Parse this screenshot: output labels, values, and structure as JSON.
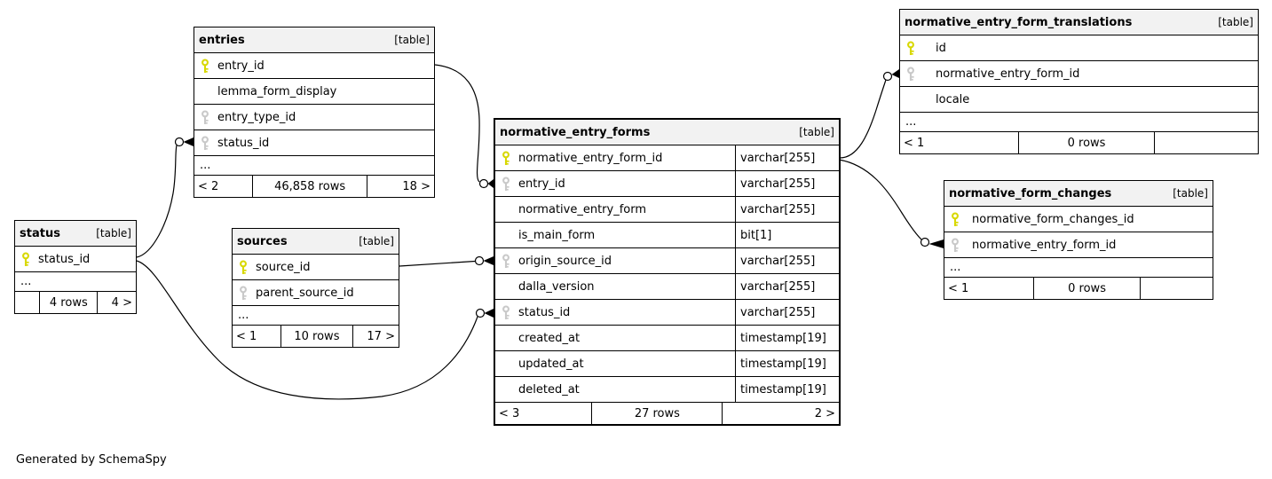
{
  "generator_note": "Generated by SchemaSpy",
  "colors": {
    "pk_key": "#d8d800",
    "fk_key": "#c9c9c9",
    "header_bg": "#f2f2f2",
    "border": "#000000",
    "canvas_bg": "#ffffff"
  },
  "tables": [
    {
      "id": "entries",
      "name": "entries",
      "tag": "[table]",
      "has_types": false,
      "columns": [
        {
          "name": "entry_id",
          "key": "pk"
        },
        {
          "name": "lemma_form_display",
          "key": ""
        },
        {
          "name": "entry_type_id",
          "key": "fk"
        },
        {
          "name": "status_id",
          "key": "fk"
        },
        {
          "name": "...",
          "more": true
        }
      ],
      "footer": {
        "left": "< 2",
        "center": "46,858 rows",
        "right": "18 >"
      }
    },
    {
      "id": "status",
      "name": "status",
      "tag": "[table]",
      "has_types": false,
      "columns": [
        {
          "name": "status_id",
          "key": "pk"
        },
        {
          "name": "...",
          "more": true
        }
      ],
      "footer": {
        "left": "",
        "center": "4 rows",
        "right": "4 >"
      }
    },
    {
      "id": "sources",
      "name": "sources",
      "tag": "[table]",
      "has_types": false,
      "columns": [
        {
          "name": "source_id",
          "key": "pk"
        },
        {
          "name": "parent_source_id",
          "key": "fk"
        },
        {
          "name": "...",
          "more": true
        }
      ],
      "footer": {
        "left": "< 1",
        "center": "10 rows",
        "right": "17 >"
      }
    },
    {
      "id": "normative_entry_forms",
      "name": "normative_entry_forms",
      "tag": "[table]",
      "has_types": true,
      "columns": [
        {
          "name": "normative_entry_form_id",
          "key": "pk",
          "type": "varchar[255]"
        },
        {
          "name": "entry_id",
          "key": "fk",
          "type": "varchar[255]"
        },
        {
          "name": "normative_entry_form",
          "key": "",
          "type": "varchar[255]"
        },
        {
          "name": "is_main_form",
          "key": "",
          "type": "bit[1]"
        },
        {
          "name": "origin_source_id",
          "key": "fk",
          "type": "varchar[255]"
        },
        {
          "name": "dalla_version",
          "key": "",
          "type": "varchar[255]"
        },
        {
          "name": "status_id",
          "key": "fk",
          "type": "varchar[255]"
        },
        {
          "name": "created_at",
          "key": "",
          "type": "timestamp[19]"
        },
        {
          "name": "updated_at",
          "key": "",
          "type": "timestamp[19]"
        },
        {
          "name": "deleted_at",
          "key": "",
          "type": "timestamp[19]"
        }
      ],
      "footer": {
        "left": "< 3",
        "center": "27 rows",
        "right": "2 >"
      }
    },
    {
      "id": "normative_entry_form_translations",
      "name": "normative_entry_form_translations",
      "tag": "[table]",
      "has_types": false,
      "columns": [
        {
          "name": "id",
          "key": "pk"
        },
        {
          "name": "normative_entry_form_id",
          "key": "fk"
        },
        {
          "name": "locale",
          "key": ""
        },
        {
          "name": "...",
          "more": true
        }
      ],
      "footer": {
        "left": "< 1",
        "center": "0 rows",
        "right": ""
      }
    },
    {
      "id": "normative_form_changes",
      "name": "normative_form_changes",
      "tag": "[table]",
      "has_types": false,
      "columns": [
        {
          "name": "normative_form_changes_id",
          "key": "pk"
        },
        {
          "name": "normative_entry_form_id",
          "key": "fk"
        },
        {
          "name": "...",
          "more": true
        }
      ],
      "footer": {
        "left": "< 1",
        "center": "0 rows",
        "right": ""
      }
    }
  ],
  "relationships": [
    {
      "from": "entries.entry_id",
      "to": "normative_entry_forms.entry_id"
    },
    {
      "from": "status.status_id",
      "to": "entries.status_id"
    },
    {
      "from": "status.status_id",
      "to": "normative_entry_forms.status_id"
    },
    {
      "from": "sources.source_id",
      "to": "normative_entry_forms.origin_source_id"
    },
    {
      "from": "normative_entry_forms.normative_entry_form_id",
      "to": "normative_entry_form_translations.normative_entry_form_id"
    },
    {
      "from": "normative_entry_forms.normative_entry_form_id",
      "to": "normative_form_changes.normative_entry_form_id"
    }
  ]
}
